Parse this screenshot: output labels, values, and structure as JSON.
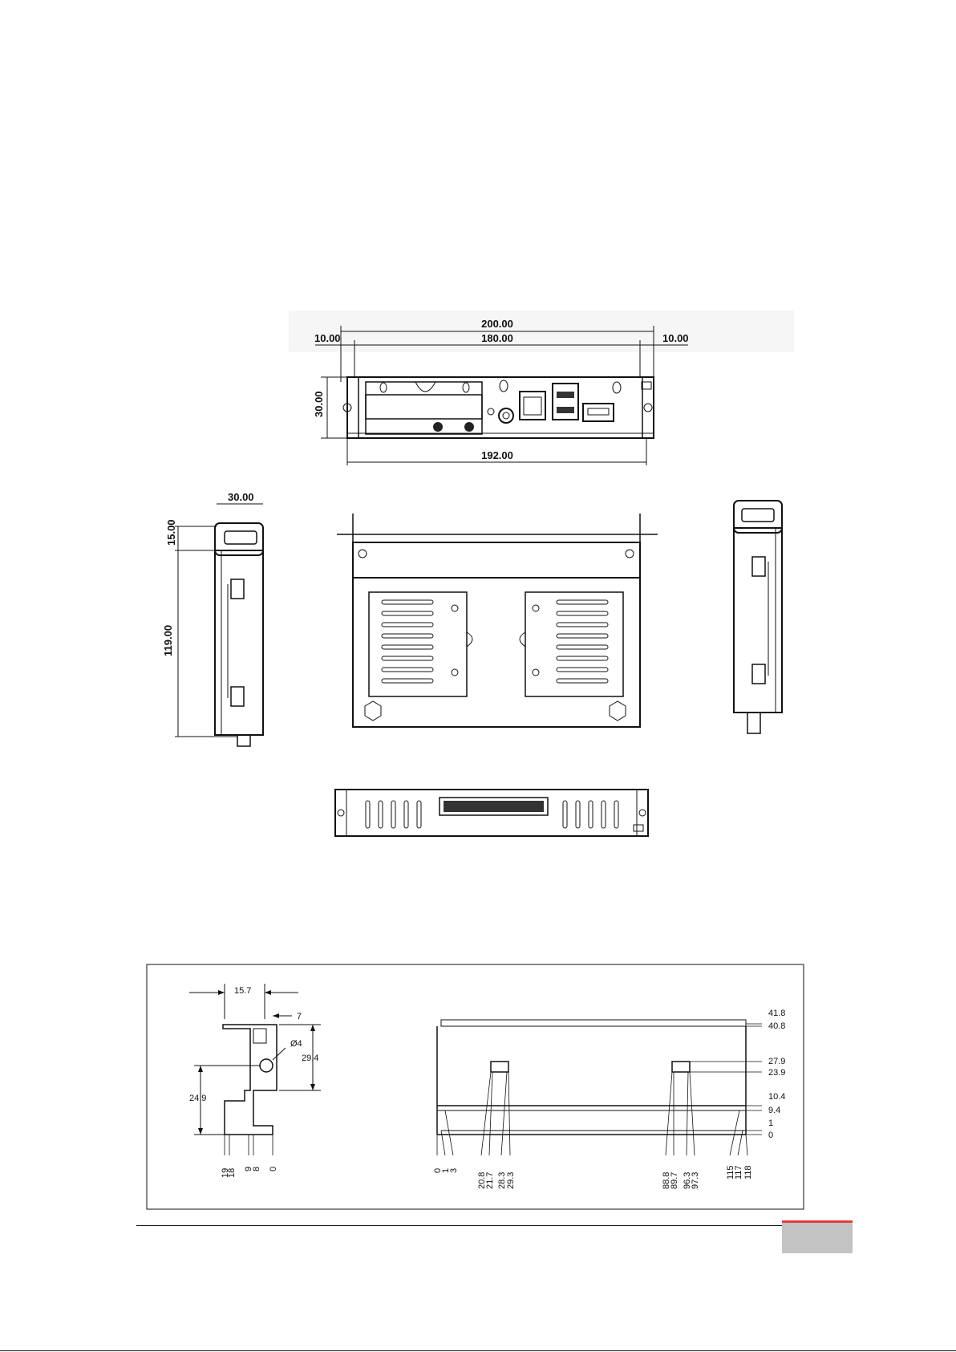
{
  "top_drawing": {
    "front_view": {
      "overall_width": "200.00",
      "inner_width": "180.00",
      "left_flange": "10.00",
      "right_flange": "10.00",
      "height": "30.00",
      "base_width": "192.00"
    },
    "side_view": {
      "depth": "30.00",
      "tab_height": "15.00",
      "length": "119.00"
    }
  },
  "bracket_drawing": {
    "side_profile": {
      "width_15_7": "15.7",
      "width_7": "7",
      "hole_diameter": "Ø4",
      "height_29_4": "29.4",
      "height_24_9": "24.9",
      "x_ticks": [
        "19",
        "18",
        "9",
        "8",
        "0"
      ]
    },
    "front_profile": {
      "y_ticks": [
        "41.8",
        "40.8",
        "27.9",
        "23.9",
        "10.4",
        "9.4",
        "1",
        "0"
      ],
      "x_ticks": [
        "0",
        "1",
        "3",
        "20.8",
        "21.7",
        "28.3",
        "29.3",
        "88.8",
        "89.7",
        "96.3",
        "97.3",
        "115",
        "117",
        "118"
      ]
    }
  },
  "colors": {
    "page_tab": "#c3c3c3",
    "page_tab_accent": "#e04040",
    "line": "#111111"
  }
}
